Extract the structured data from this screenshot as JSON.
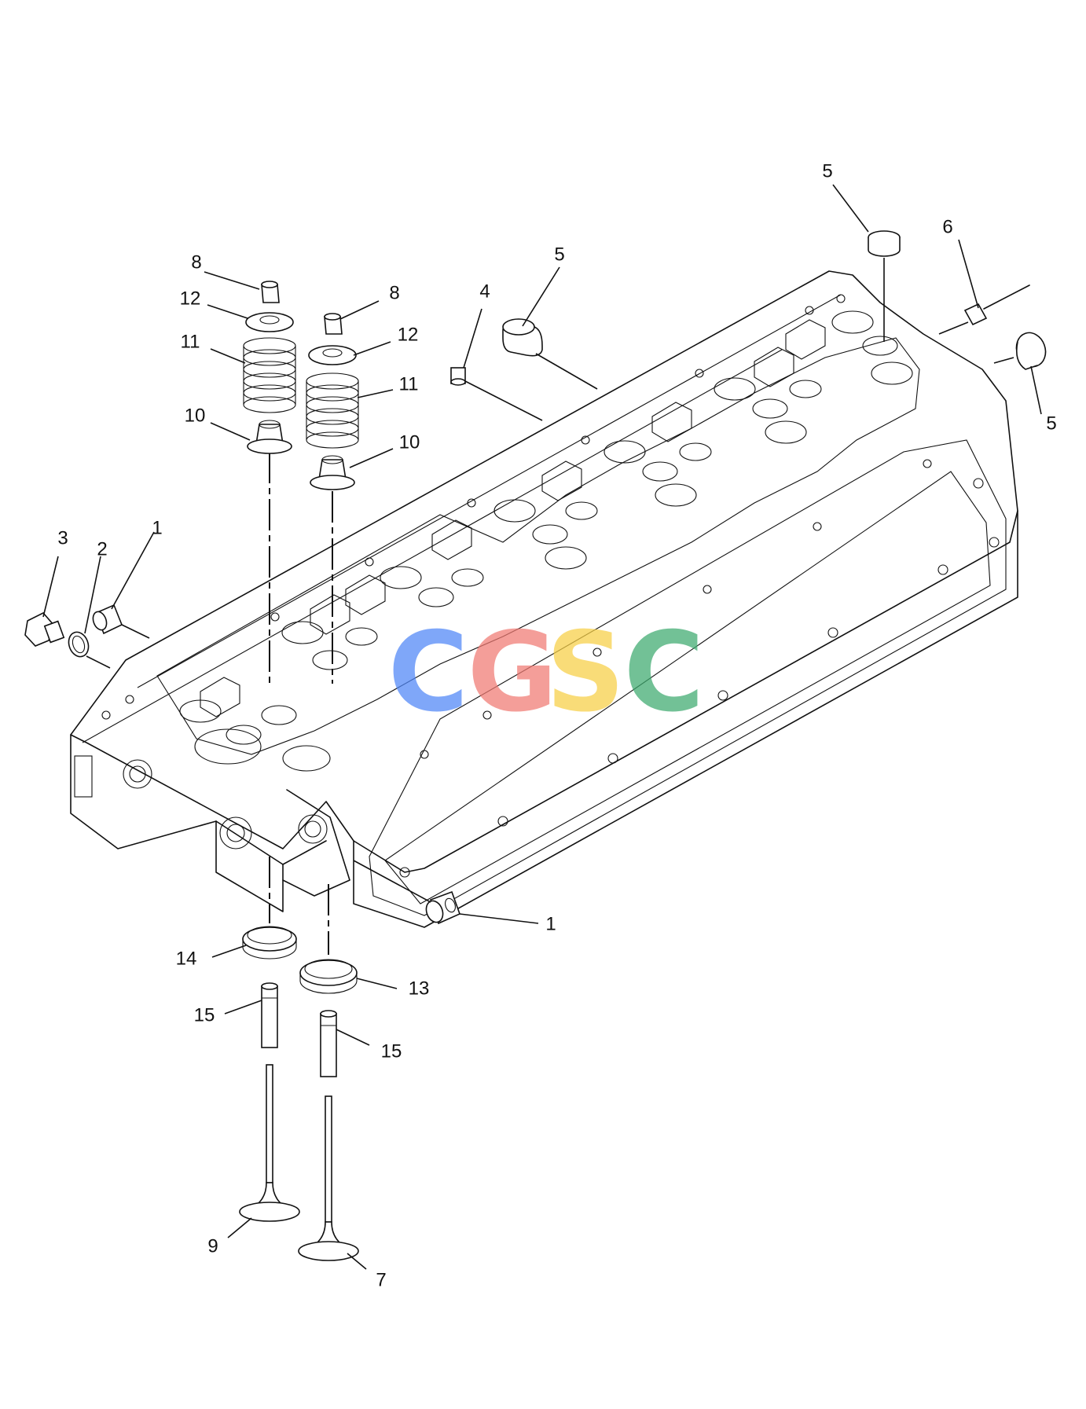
{
  "diagram": {
    "callouts": {
      "c1_left": "1",
      "c1_bottom": "1",
      "c2": "2",
      "c3": "3",
      "c4": "4",
      "c5_mid": "5",
      "c5_top": "5",
      "c5_right": "5",
      "c6": "6",
      "c7": "7",
      "c8_left": "8",
      "c8_right": "8",
      "c9": "9",
      "c10_left": "10",
      "c10_right": "10",
      "c11_left": "11",
      "c11_right": "11",
      "c12_left": "12",
      "c12_right": "12",
      "c13": "13",
      "c14": "14",
      "c15_left": "15",
      "c15_right": "15"
    },
    "watermark": {
      "letters": [
        "C",
        "G",
        "S",
        "C"
      ],
      "colors": [
        "#4f86f7",
        "#f07a72",
        "#f7cf45",
        "#3daa6e"
      ]
    }
  }
}
